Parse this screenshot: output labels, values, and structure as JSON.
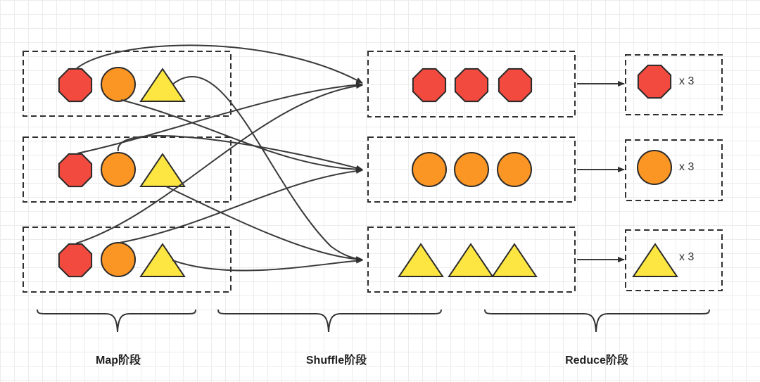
{
  "stages": {
    "map_label": "Map阶段",
    "shuffle_label": "Shuffle阶段",
    "reduce_label": "Reduce阶段"
  },
  "reduce_outputs": {
    "red_count": "x 3",
    "orange_count": "x 3",
    "yellow_count": "x 3"
  },
  "shape_icons": [
    "octagon-icon",
    "circle-icon",
    "triangle-icon"
  ],
  "colors": {
    "red": "#f24a3e",
    "orange": "#fb9523",
    "yellow": "#fde641",
    "outline": "#2a2a2a"
  }
}
